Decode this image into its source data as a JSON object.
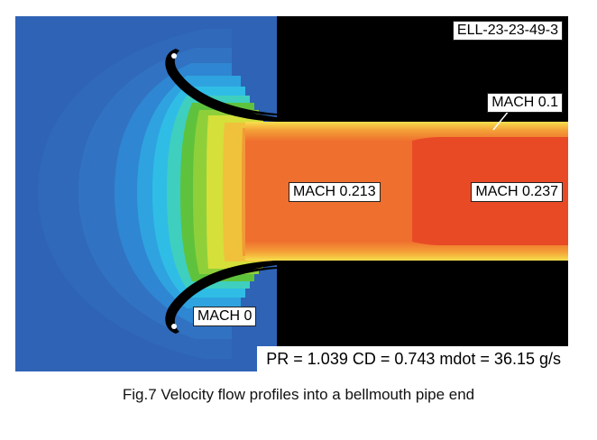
{
  "figure": {
    "run_id": "ELL-23-23-49-3",
    "labels": {
      "mach_wall": "MACH 0.1",
      "mach_throat": "MACH 0.213",
      "mach_core": "MACH 0.237",
      "mach_ambient": "MACH 0"
    },
    "parameters": "PR = 1.039  CD = 0.743  mdot = 36.15 g/s",
    "colors": {
      "ambient": "#2f63b6",
      "pipe_wall": "#000000",
      "jet_edge": "#f5d54a",
      "jet_body": "#ee6a2c",
      "jet_core": "#e84a26",
      "contour_cyan": "#2fb9e6",
      "contour_green": "#5fc23c",
      "contour_yellow": "#e8e43a"
    }
  },
  "caption": "Fig.7 Velocity flow profiles into a bellmouth pipe end"
}
